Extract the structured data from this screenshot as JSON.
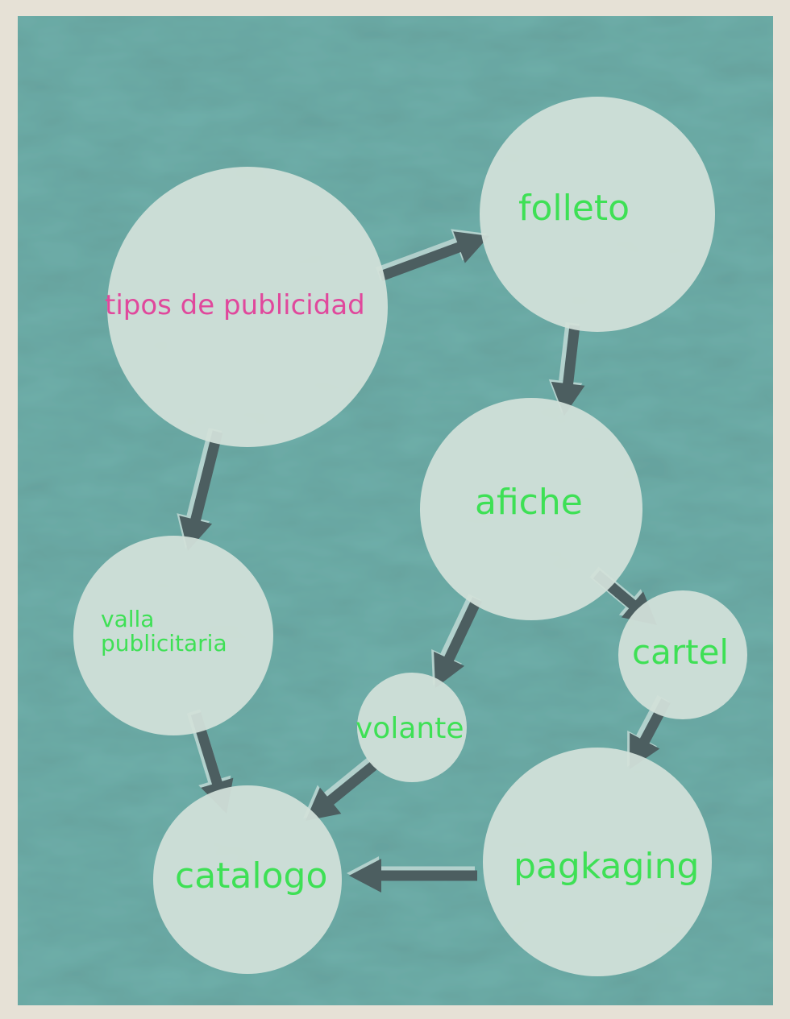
{
  "diagram": {
    "colors": {
      "background_frame": "#e6e1d6",
      "poster": "#6fb0ab",
      "node_fill": "#d1e0d9",
      "arrow": "#4c5e60",
      "label_root": "#e0489c",
      "label_default": "#3ee055"
    },
    "nodes": [
      {
        "id": "tipos",
        "label": "tipos de publicidad"
      },
      {
        "id": "folleto",
        "label": "folleto"
      },
      {
        "id": "afiche",
        "label": "afiche"
      },
      {
        "id": "valla",
        "label": "valla\npublicitaria"
      },
      {
        "id": "cartel",
        "label": "cartel"
      },
      {
        "id": "volante",
        "label": "volante"
      },
      {
        "id": "catalogo",
        "label": "catalogo"
      },
      {
        "id": "pagkaging",
        "label": "pagkaging"
      }
    ],
    "edges": [
      {
        "from": "tipos",
        "to": "folleto"
      },
      {
        "from": "tipos",
        "to": "valla"
      },
      {
        "from": "folleto",
        "to": "afiche"
      },
      {
        "from": "afiche",
        "to": "volante"
      },
      {
        "from": "afiche",
        "to": "cartel"
      },
      {
        "from": "valla",
        "to": "catalogo"
      },
      {
        "from": "volante",
        "to": "catalogo"
      },
      {
        "from": "cartel",
        "to": "pagkaging"
      },
      {
        "from": "pagkaging",
        "to": "catalogo"
      }
    ]
  }
}
